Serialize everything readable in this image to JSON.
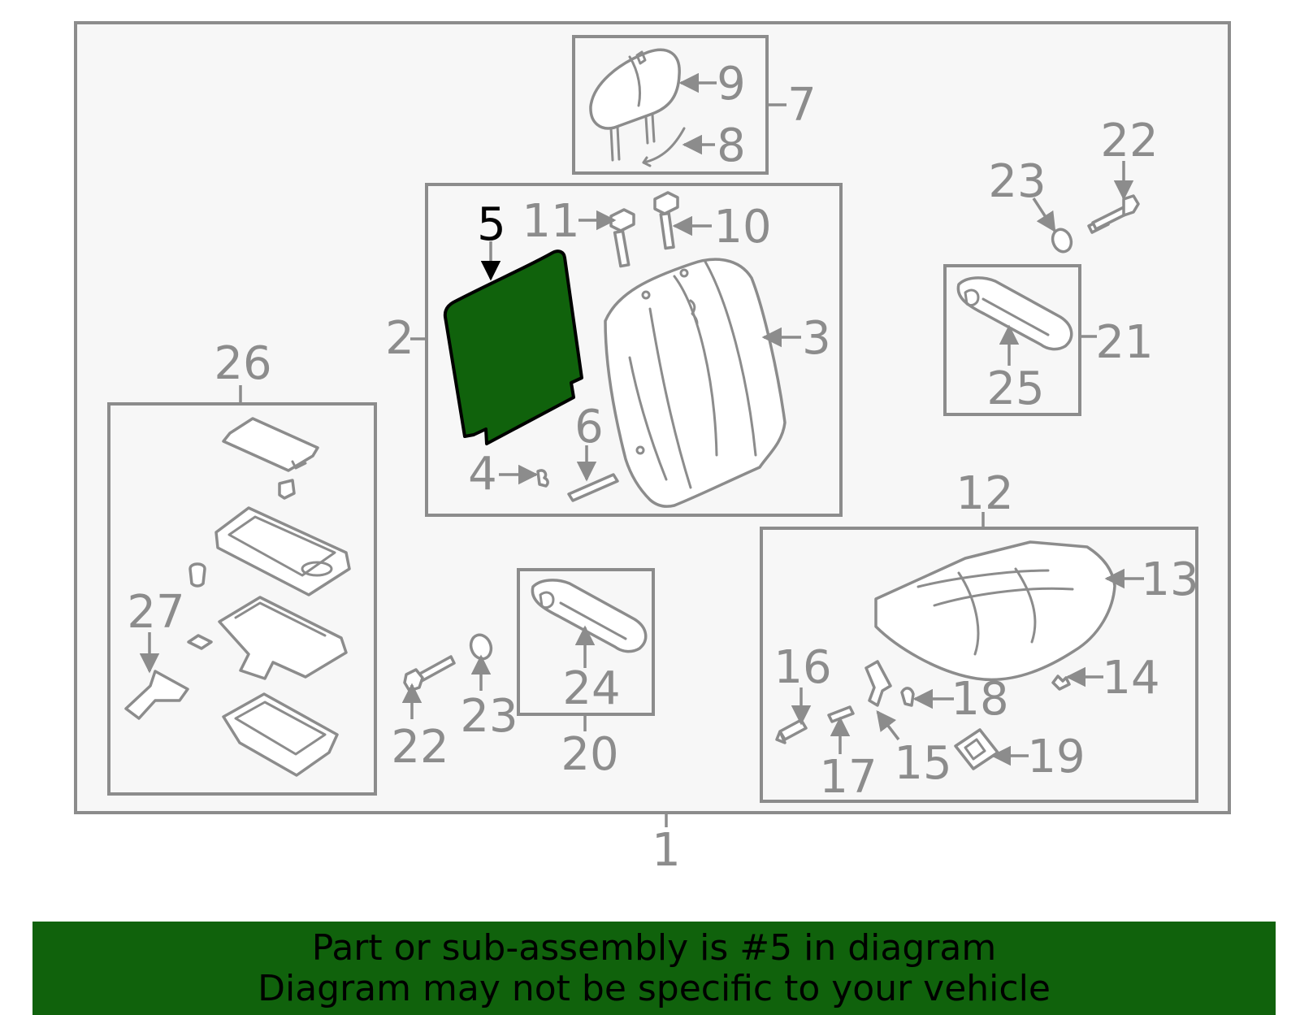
{
  "colors": {
    "highlight": "#10620c",
    "line": "#8c8c8c",
    "box_fill": "#f7f7f7",
    "highlight_label": "#000000"
  },
  "highlighted_part": "5",
  "callouts": {
    "c1": "1",
    "c2": "2",
    "c3": "3",
    "c4": "4",
    "c5": "5",
    "c6": "6",
    "c7": "7",
    "c8": "8",
    "c9": "9",
    "c10": "10",
    "c11": "11",
    "c12": "12",
    "c13": "13",
    "c14": "14",
    "c15": "15",
    "c16": "16",
    "c17": "17",
    "c18": "18",
    "c19": "19",
    "c20": "20",
    "c21": "21",
    "c22a": "22",
    "c22b": "22",
    "c23a": "23",
    "c23b": "23",
    "c24": "24",
    "c25": "25",
    "c26": "26",
    "c27": "27"
  },
  "banner": {
    "line1": "Part or sub-assembly is #5 in diagram",
    "line2": "Diagram may not be specific to your vehicle"
  }
}
